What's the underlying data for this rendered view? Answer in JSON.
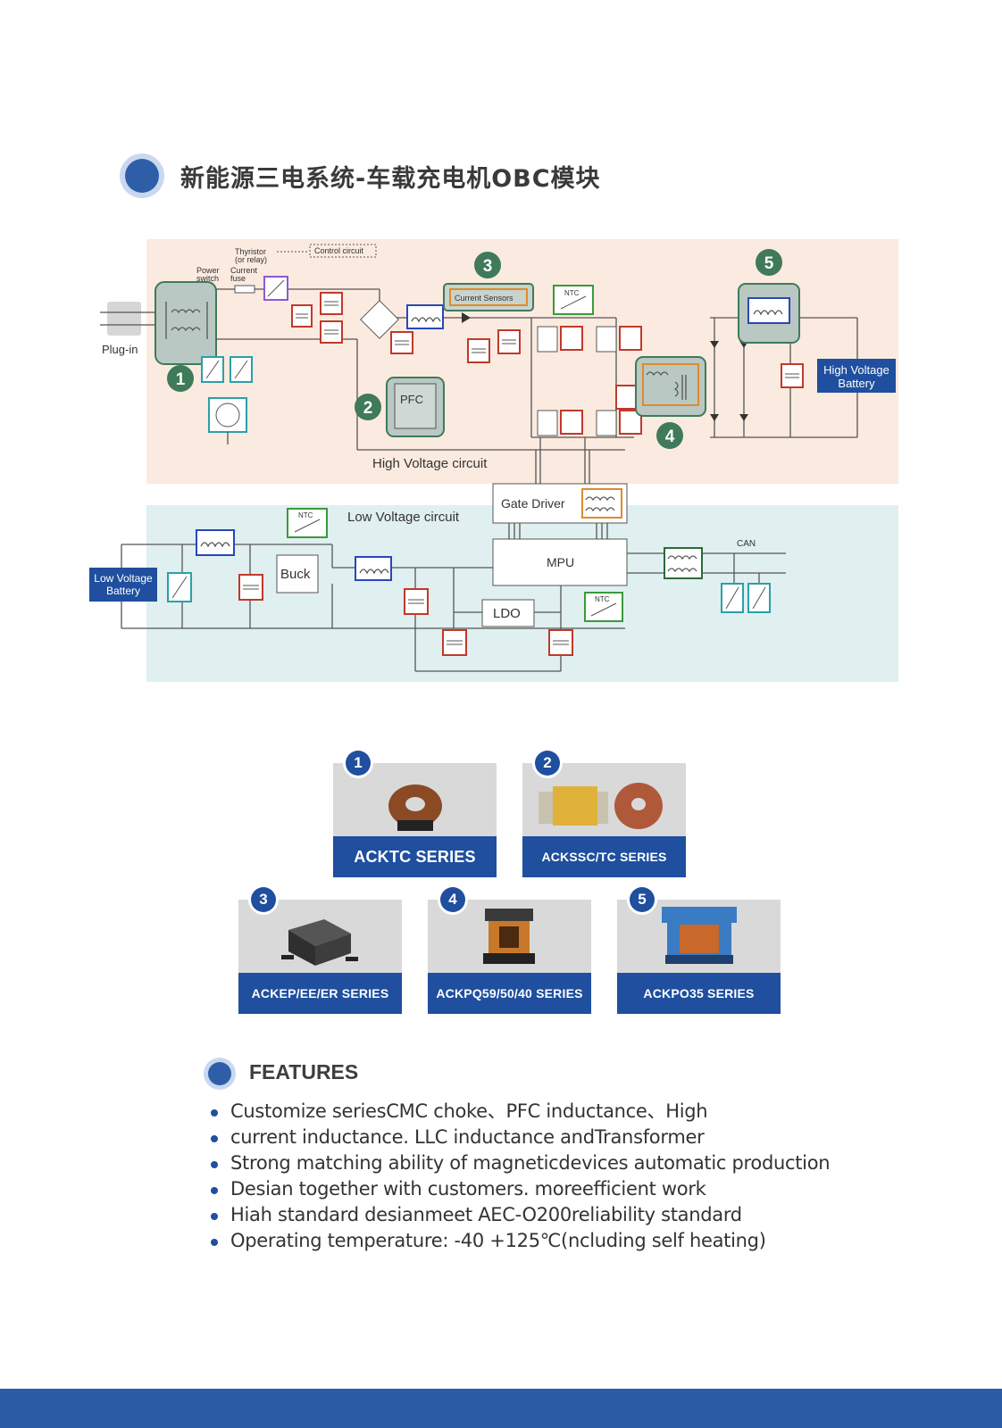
{
  "header": {
    "title": "新能源三电系统-车载充电机OBC模块"
  },
  "diagram": {
    "labels": {
      "thyristor": "Thyristor",
      "relay": "(or relay)",
      "control_circuit": "Control circuit",
      "power": "Power",
      "switch": "switch",
      "current": "Current",
      "fuse": "fuse",
      "plug_in": "Plug-in",
      "current_sensors": "Current Sensors",
      "ntc": "NTC",
      "pfc": "PFC",
      "high_voltage_circuit": "High Voltage circuit",
      "high_voltage_battery_1": "High Voltage",
      "high_voltage_battery_2": "Battery",
      "gate_driver": "Gate Driver",
      "low_voltage_circuit": "Low Voltage circuit",
      "low_voltage_battery_1": "Low Voltage",
      "low_voltage_battery_2": "Battery",
      "buck": "Buck",
      "mpu": "MPU",
      "ldo": "LDO",
      "can": "CAN"
    },
    "markers": [
      "1",
      "2",
      "3",
      "4",
      "5"
    ],
    "colors": {
      "hv_bg": "#fbeadf",
      "lv_bg": "#e0eff0",
      "marker": "#3f7a5a",
      "battery": "#1f4f9e"
    }
  },
  "products": [
    {
      "number": "1",
      "label": "ACKTC SERIES",
      "photo": "toroid-choke-photo"
    },
    {
      "number": "2",
      "label": "ACKSSC/TC SERIES",
      "photo": "pfc-inductor-photo"
    },
    {
      "number": "3",
      "label": "ACKEP/EE/ER SERIES",
      "photo": "smd-inductor-photo"
    },
    {
      "number": "4",
      "label": "ACKPQ59/50/40 SERIES",
      "photo": "pq-transformer-photo"
    },
    {
      "number": "5",
      "label": "ACKPO35 SERIES",
      "photo": "po-transformer-photo"
    }
  ],
  "features": {
    "title": "FEATURES",
    "items": [
      "Customize seriesCMC choke、PFC inductance、High",
      "current inductance. LLC inductance andTransformer",
      "Strong matching ability of magneticdevices automatic production",
      "Desian together with customers. moreefficient work",
      "Hiah standard desianmeet AEC-O200reliability standard",
      "Operating temperature: -40 +125℃(ncluding self heating)"
    ]
  },
  "colors": {
    "brand_blue": "#1f4f9e",
    "footer": "#2d5ca7"
  }
}
